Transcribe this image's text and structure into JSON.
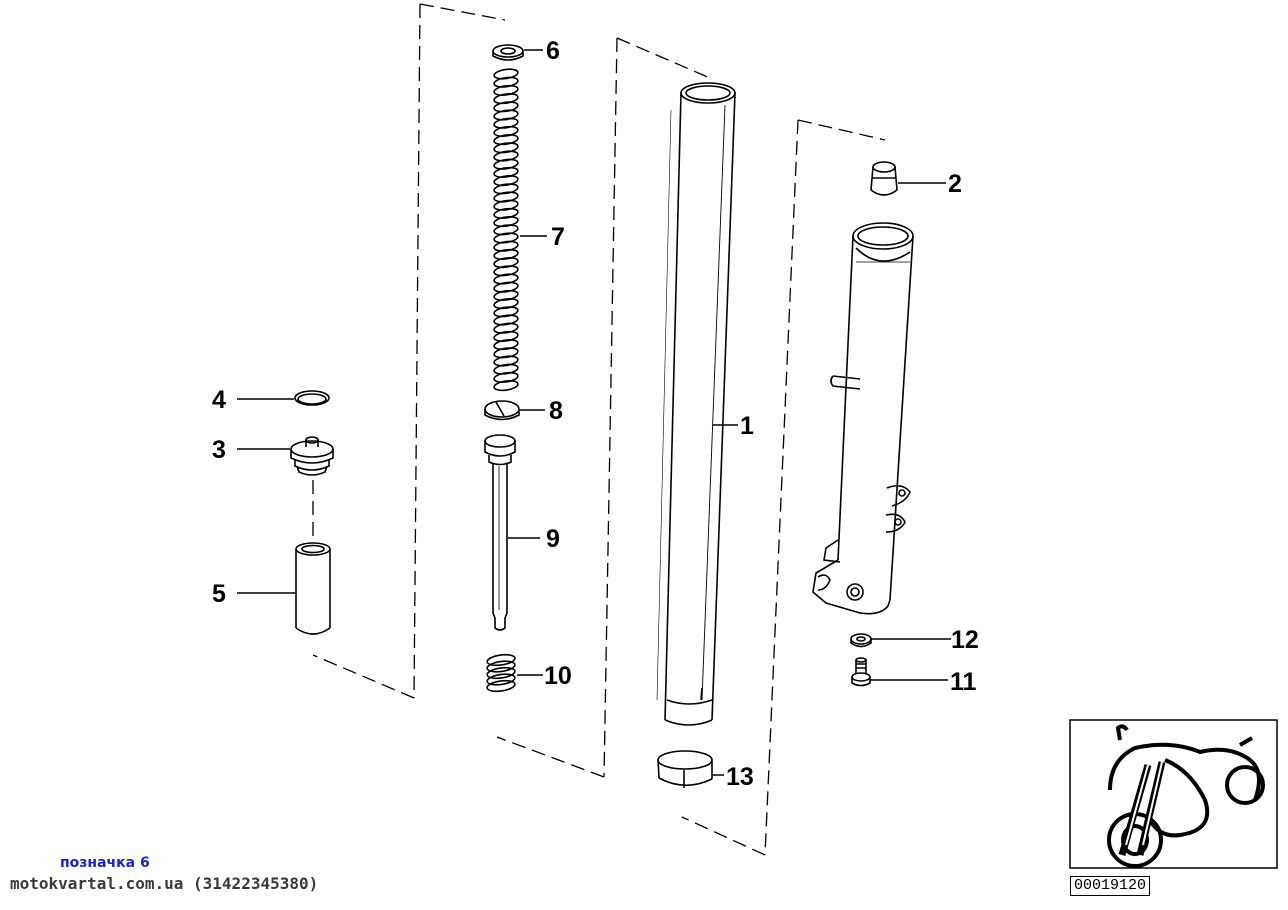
{
  "callouts": {
    "c1": "1",
    "c2": "2",
    "c3": "3",
    "c4": "4",
    "c5": "5",
    "c6": "6",
    "c7": "7",
    "c8": "8",
    "c9": "9",
    "c10": "10",
    "c11": "11",
    "c12": "12",
    "c13": "13"
  },
  "reference_number": "00019120",
  "caption": "позначка 6",
  "site_line": "motokvartal.com.ua (31422345380)"
}
